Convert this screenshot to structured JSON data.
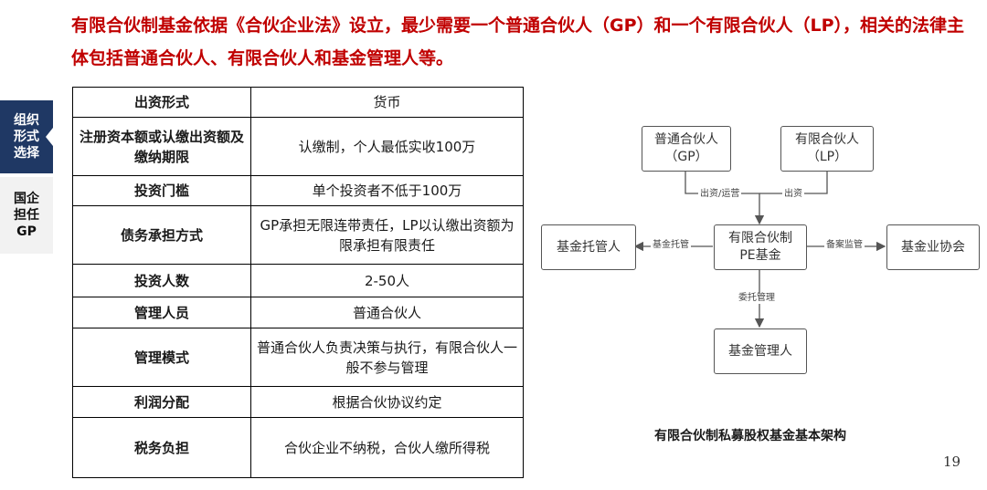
{
  "headline": "有限合伙制基金依据《合伙企业法》设立，最少需要一个普通合伙人（GP）和一个有限合伙人（LP），相关的法律主体包括普通合伙人、有限合伙人和基金管理人等。",
  "side_tabs": [
    {
      "label": "组织形式选择",
      "active": true
    },
    {
      "label": "国企担任GP",
      "active": false
    }
  ],
  "table": {
    "rows": [
      {
        "key": "出资形式",
        "value": "货币"
      },
      {
        "key": "注册资本额或认缴出资额及缴纳期限",
        "value": "认缴制，个人最低实收100万"
      },
      {
        "key": "投资门槛",
        "value": "单个投资者不低于100万"
      },
      {
        "key": "债务承担方式",
        "value": "GP承担无限连带责任，LP以认缴出资额为限承担有限责任"
      },
      {
        "key": "投资人数",
        "value": "2-50人"
      },
      {
        "key": "管理人员",
        "value": "普通合伙人"
      },
      {
        "key": "管理模式",
        "value": "普通合伙人负责决策与执行，有限合伙人一般不参与管理"
      },
      {
        "key": "利润分配",
        "value": "根据合伙协议约定"
      },
      {
        "key": "税务负担",
        "value": "合伙企业不纳税，合伙人缴所得税"
      }
    ]
  },
  "diagram": {
    "gp_line1": "普通合伙人",
    "gp_line2": "（GP）",
    "lp_line1": "有限合伙人",
    "lp_line2": "（LP）",
    "fund_line1": "有限合伙制",
    "fund_line2": "PE基金",
    "custodian": "基金托管人",
    "association": "基金业协会",
    "manager": "基金管理人",
    "edge_gp": "出资/运营",
    "edge_lp": "出资",
    "edge_custodian": "基金托管",
    "edge_association": "备案监管",
    "edge_manager": "委托管理"
  },
  "caption": "有限合伙制私募股权基金基本架构",
  "page_number": "19"
}
